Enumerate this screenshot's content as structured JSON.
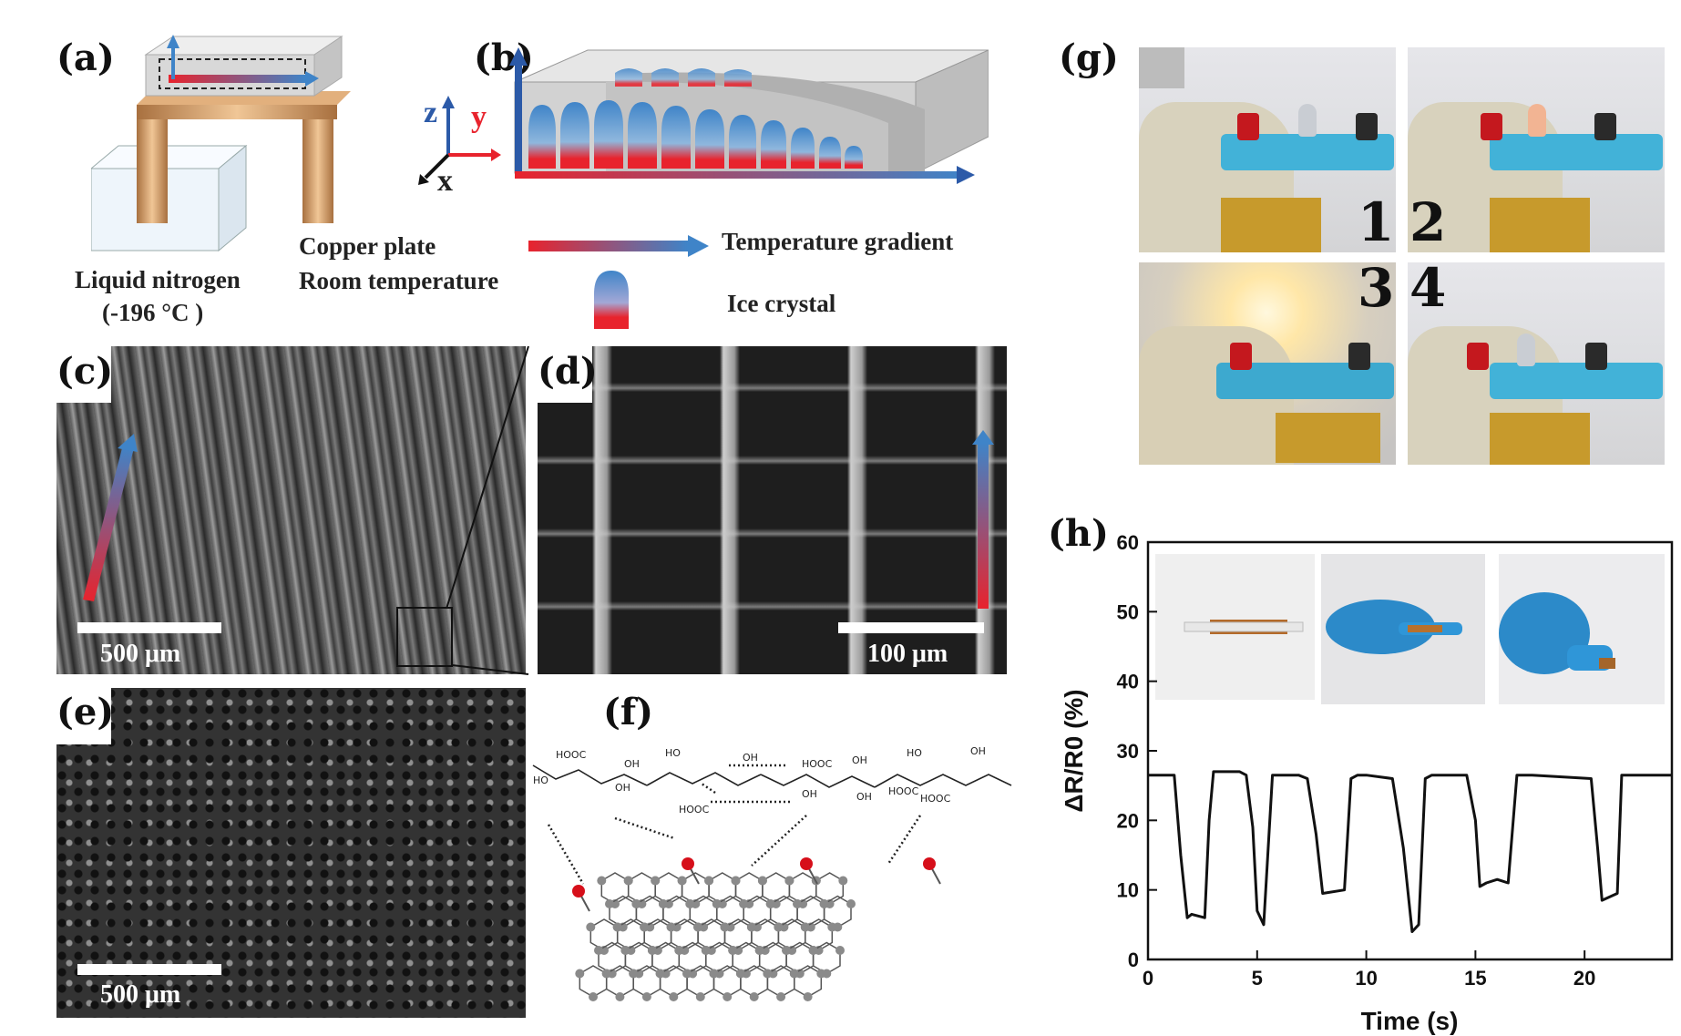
{
  "panels": {
    "a": {
      "label": "(a)",
      "liquid_nitrogen": "Liquid nitrogen",
      "liquid_nitrogen_temp": "(-196 °C )",
      "copper_plate": "Copper plate",
      "room_temperature": "Room temperature"
    },
    "axes": {
      "z": "z",
      "y": "y",
      "x": "x"
    },
    "b": {
      "label": "(b)",
      "temperature_gradient": "Temperature gradient",
      "ice_crystal": "Ice crystal"
    },
    "c": {
      "label": "(c)",
      "scale": "500 μm"
    },
    "d": {
      "label": "(d)",
      "scale": "100 μm"
    },
    "e": {
      "label": "(e)",
      "scale": "500 μm"
    },
    "f": {
      "label": "(f)",
      "groups": [
        "HOOC",
        "OH",
        "HOOC",
        "OH",
        "HOOC",
        "HO",
        "OH",
        "HO",
        "OH",
        "OH",
        "HOOC",
        "OH",
        "HO",
        "OH",
        "HOOC"
      ]
    },
    "g": {
      "label": "(g)",
      "photo_numbers": [
        "1",
        "2",
        "3",
        "4"
      ]
    },
    "h": {
      "label": "(h)"
    }
  },
  "colors": {
    "hot": "#e8232d",
    "cold": "#3f84c8",
    "copper": "#c78d55",
    "box": "#d8d8d8",
    "signal": "#111111",
    "oxygen": "#d60f1a",
    "carbon": "#8a8a8a"
  },
  "chart_data": {
    "type": "line",
    "title": "",
    "xlabel": "Time (s)",
    "ylabel": "ΔR/R0 (%)",
    "xlim": [
      0,
      24
    ],
    "ylim": [
      0,
      60
    ],
    "xticks": [
      0,
      5,
      10,
      15,
      20
    ],
    "yticks": [
      0,
      10,
      20,
      30,
      40,
      50,
      60
    ],
    "series": [
      {
        "x": [
          0,
          1.2,
          1.5,
          1.8,
          2.0,
          2.6,
          2.8,
          3.0,
          4.2,
          4.5,
          4.8,
          5.0,
          5.3,
          5.7,
          6.9,
          7.3,
          7.7,
          8.0,
          9.0,
          9.3,
          9.6,
          10.0,
          11.2,
          11.7,
          12.1,
          12.4,
          12.7,
          13.0,
          14.6,
          15.0,
          15.2,
          15.5,
          16.0,
          16.5,
          16.9,
          17.2,
          17.6,
          20.3,
          20.6,
          20.8,
          21.5,
          21.7,
          22.0,
          24.0
        ],
        "y": [
          26.5,
          26.5,
          15,
          6,
          6.5,
          6,
          20,
          27,
          27,
          26.5,
          19,
          7,
          5,
          26.5,
          26.5,
          26,
          18,
          9.5,
          10,
          26,
          26.5,
          26.5,
          26,
          16,
          4,
          5,
          26,
          26.5,
          26.5,
          20,
          10.5,
          11,
          11.5,
          11,
          26.5,
          26.5,
          26.5,
          26,
          16,
          8.5,
          9.5,
          26.5,
          26.5,
          26.5
        ]
      }
    ]
  }
}
